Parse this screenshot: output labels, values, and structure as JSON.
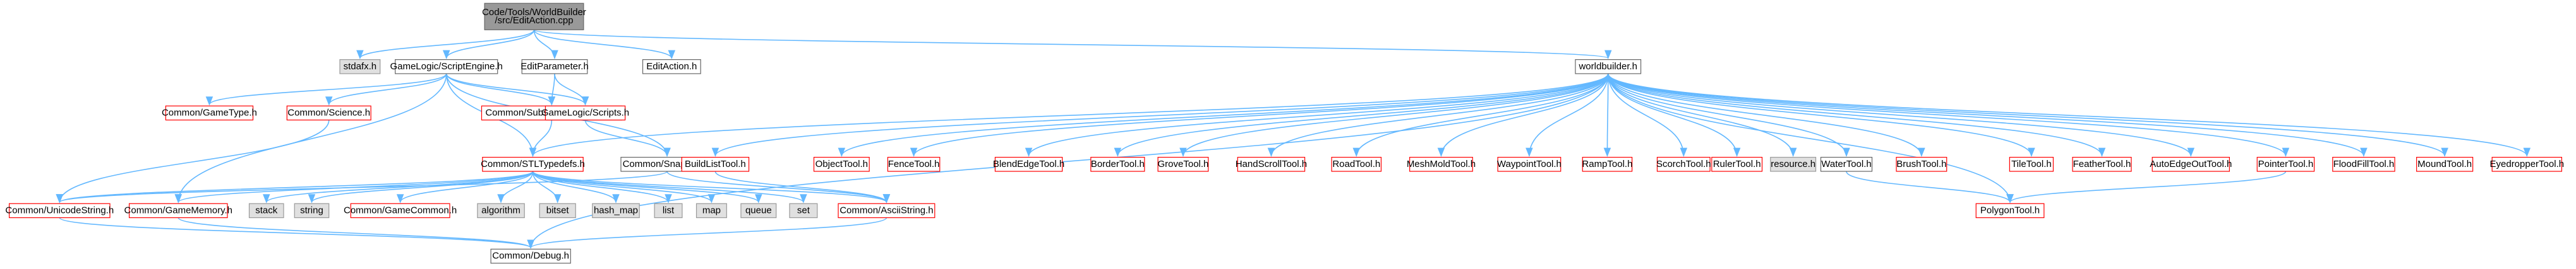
{
  "colors": {
    "edge": "#63b8ff",
    "root_fill": "#999999",
    "root_stroke": "#666666",
    "file_fill": "#ffffff",
    "file_stroke": "#666666",
    "missing_fill": "#e0e0e0",
    "missing_stroke": "#999999",
    "undoc_fill": "#ffffff",
    "undoc_stroke": "#ff0000"
  },
  "nodes": [
    {
      "id": "root",
      "lines": [
        "Code/Tools/WorldBuilder",
        "/src/EditAction.cpp"
      ],
      "style": "root"
    },
    {
      "id": "stdafx",
      "lines": [
        "stdafx.h"
      ],
      "style": "missing"
    },
    {
      "id": "scriptengine",
      "lines": [
        "GameLogic/ScriptEngine.h"
      ],
      "style": "file"
    },
    {
      "id": "editparameter",
      "lines": [
        "EditParameter.h"
      ],
      "style": "file"
    },
    {
      "id": "editaction",
      "lines": [
        "EditAction.h"
      ],
      "style": "file"
    },
    {
      "id": "gametype",
      "lines": [
        "Common/GameType.h"
      ],
      "style": "undoc"
    },
    {
      "id": "science",
      "lines": [
        "Common/Science.h"
      ],
      "style": "undoc"
    },
    {
      "id": "subsystem",
      "lines": [
        "Common/SubsystemInterface.h"
      ],
      "style": "undoc"
    },
    {
      "id": "scripts",
      "lines": [
        "GameLogic/Scripts.h"
      ],
      "style": "undoc"
    },
    {
      "id": "worldbuilder",
      "lines": [
        "worldbuilder.h"
      ],
      "style": "file"
    },
    {
      "id": "stltypedefs",
      "lines": [
        "Common/STLTypedefs.h"
      ],
      "style": "undoc"
    },
    {
      "id": "snapshot",
      "lines": [
        "Common/Snapshot.h"
      ],
      "style": "file"
    },
    {
      "id": "buildlisttool",
      "lines": [
        "BuildListTool.h"
      ],
      "style": "undoc"
    },
    {
      "id": "objecttool",
      "lines": [
        "ObjectTool.h"
      ],
      "style": "undoc"
    },
    {
      "id": "fencetool",
      "lines": [
        "FenceTool.h"
      ],
      "style": "undoc"
    },
    {
      "id": "blendedgetool",
      "lines": [
        "BlendEdgeTool.h"
      ],
      "style": "undoc"
    },
    {
      "id": "bordertool",
      "lines": [
        "BorderTool.h"
      ],
      "style": "undoc"
    },
    {
      "id": "grovetool",
      "lines": [
        "GroveTool.h"
      ],
      "style": "undoc"
    },
    {
      "id": "handscrolltool",
      "lines": [
        "HandScrollTool.h"
      ],
      "style": "undoc"
    },
    {
      "id": "roadtool",
      "lines": [
        "RoadTool.h"
      ],
      "style": "undoc"
    },
    {
      "id": "meshmoldtool",
      "lines": [
        "MeshMoldTool.h"
      ],
      "style": "undoc"
    },
    {
      "id": "waypointtool",
      "lines": [
        "WaypointTool.h"
      ],
      "style": "undoc"
    },
    {
      "id": "ramptool",
      "lines": [
        "RampTool.h"
      ],
      "style": "undoc"
    },
    {
      "id": "scorchtool",
      "lines": [
        "ScorchTool.h"
      ],
      "style": "undoc"
    },
    {
      "id": "rulertool",
      "lines": [
        "RulerTool.h"
      ],
      "style": "undoc"
    },
    {
      "id": "resource",
      "lines": [
        "resource.h"
      ],
      "style": "missing"
    },
    {
      "id": "watertool",
      "lines": [
        "WaterTool.h"
      ],
      "style": "file"
    },
    {
      "id": "brushtool",
      "lines": [
        "BrushTool.h"
      ],
      "style": "undoc"
    },
    {
      "id": "tiletool",
      "lines": [
        "TileTool.h"
      ],
      "style": "undoc"
    },
    {
      "id": "feathertool",
      "lines": [
        "FeatherTool.h"
      ],
      "style": "undoc"
    },
    {
      "id": "autoedgeouttool",
      "lines": [
        "AutoEdgeOutTool.h"
      ],
      "style": "undoc"
    },
    {
      "id": "pointertool",
      "lines": [
        "PointerTool.h"
      ],
      "style": "undoc"
    },
    {
      "id": "floodfilltool",
      "lines": [
        "FloodFillTool.h"
      ],
      "style": "undoc"
    },
    {
      "id": "moundtool",
      "lines": [
        "MoundTool.h"
      ],
      "style": "undoc"
    },
    {
      "id": "eyedroppertool",
      "lines": [
        "EyedropperTool.h"
      ],
      "style": "undoc"
    },
    {
      "id": "unicodestring",
      "lines": [
        "Common/UnicodeString.h"
      ],
      "style": "undoc"
    },
    {
      "id": "gamememory",
      "lines": [
        "Common/GameMemory.h"
      ],
      "style": "undoc"
    },
    {
      "id": "stack",
      "lines": [
        "stack"
      ],
      "style": "missing"
    },
    {
      "id": "string",
      "lines": [
        "string"
      ],
      "style": "missing"
    },
    {
      "id": "gamecommon",
      "lines": [
        "Common/GameCommon.h"
      ],
      "style": "undoc"
    },
    {
      "id": "algorithm",
      "lines": [
        "algorithm"
      ],
      "style": "missing"
    },
    {
      "id": "bitset",
      "lines": [
        "bitset"
      ],
      "style": "missing"
    },
    {
      "id": "hashmap",
      "lines": [
        "hash_map"
      ],
      "style": "missing"
    },
    {
      "id": "list",
      "lines": [
        "list"
      ],
      "style": "missing"
    },
    {
      "id": "map",
      "lines": [
        "map"
      ],
      "style": "missing"
    },
    {
      "id": "queue",
      "lines": [
        "queue"
      ],
      "style": "missing"
    },
    {
      "id": "set",
      "lines": [
        "set"
      ],
      "style": "missing"
    },
    {
      "id": "asciistring",
      "lines": [
        "Common/AsciiString.h"
      ],
      "style": "undoc"
    },
    {
      "id": "polygontool",
      "lines": [
        "PolygonTool.h"
      ],
      "style": "undoc"
    },
    {
      "id": "debug",
      "lines": [
        "Common/Debug.h"
      ],
      "style": "file"
    }
  ]
}
